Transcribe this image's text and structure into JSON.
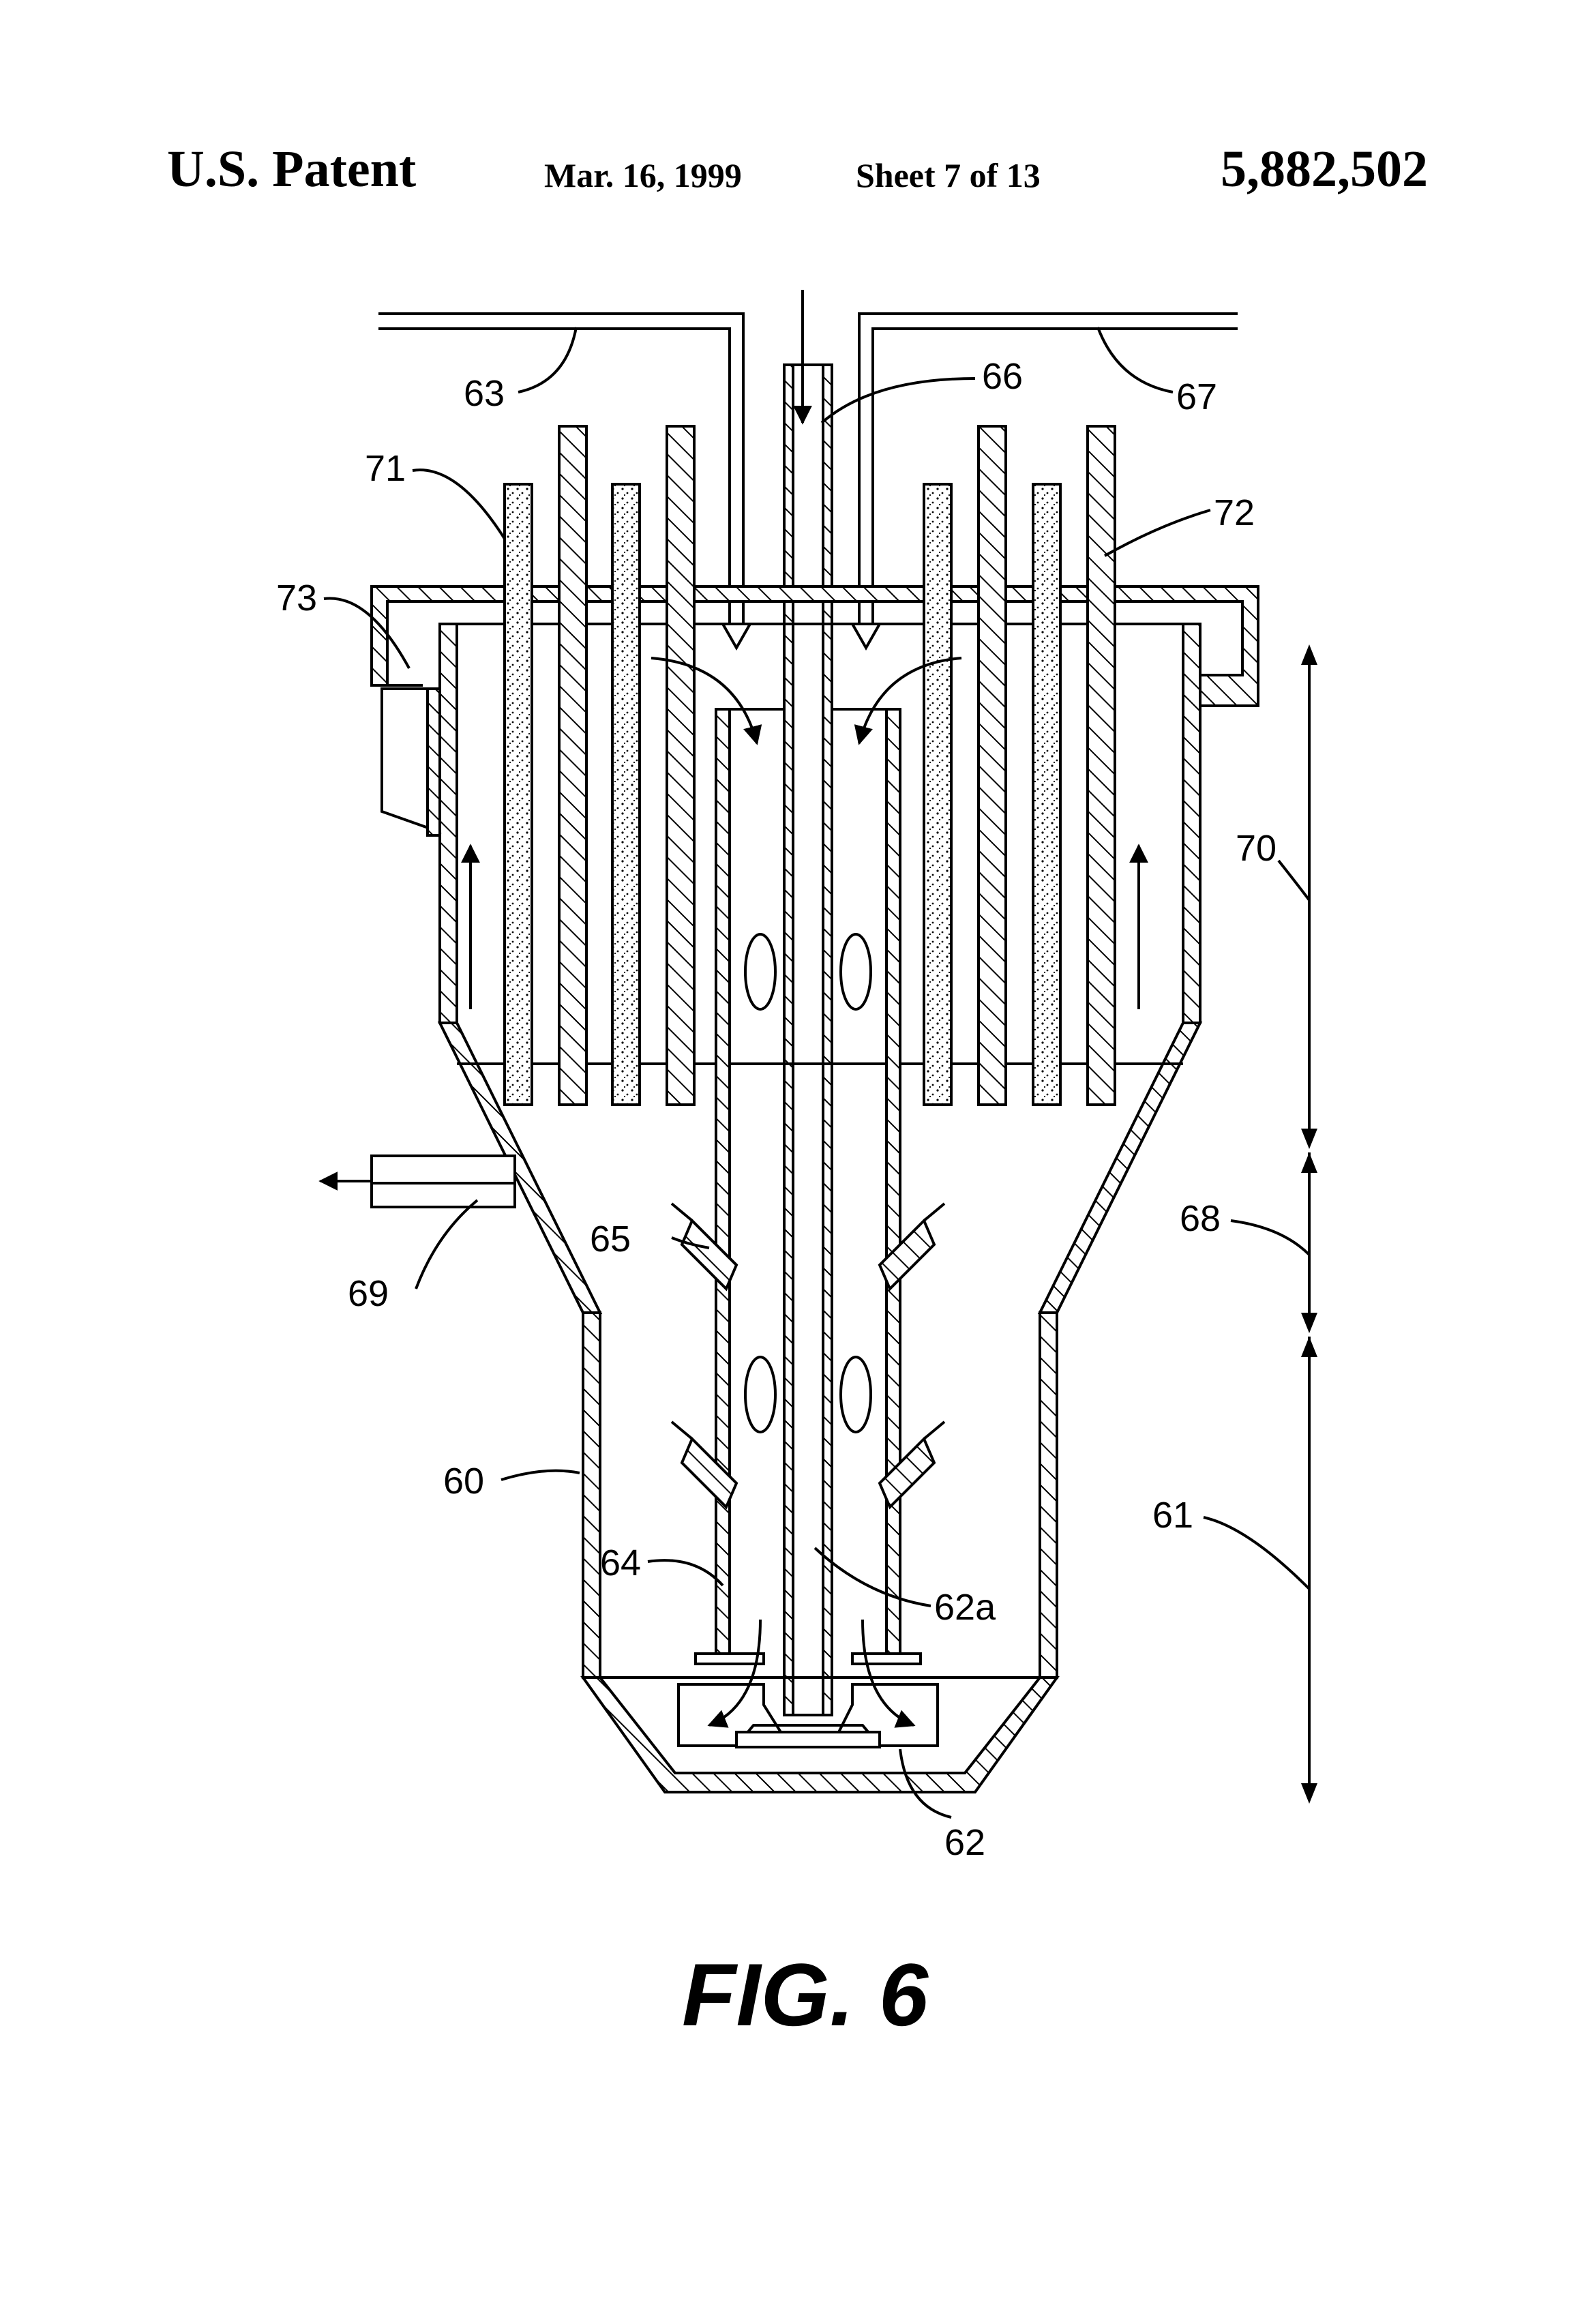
{
  "header": {
    "left": "U.S. Patent",
    "date": "Mar. 16, 1999",
    "sheet": "Sheet 7 of 13",
    "number": "5,882,502"
  },
  "figure": {
    "caption": "FIG. 6",
    "labels": {
      "l60": "60",
      "l61": "61",
      "l62": "62",
      "l62a": "62a",
      "l63": "63",
      "l64": "64",
      "l65": "65",
      "l66": "66",
      "l67": "67",
      "l68": "68",
      "l69": "69",
      "l70": "70",
      "l71": "71",
      "l72": "72",
      "l73": "73"
    }
  }
}
